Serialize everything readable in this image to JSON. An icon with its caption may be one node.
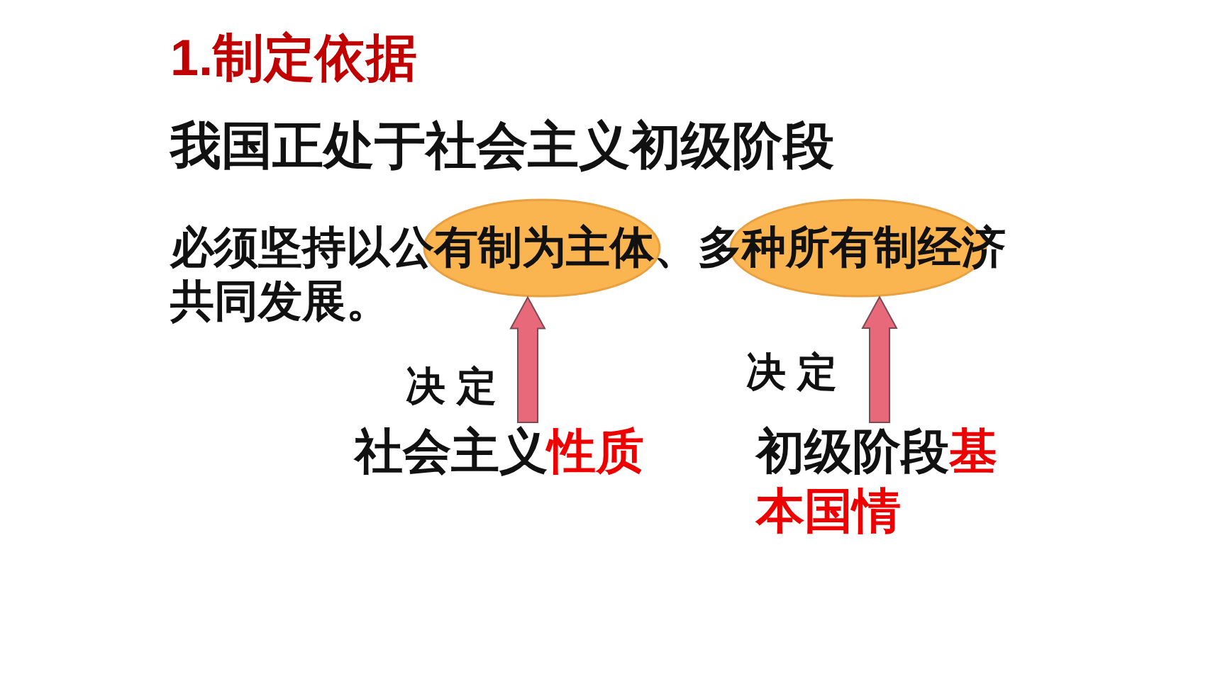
{
  "diagram": {
    "title": "1.制定依据",
    "nodes": [
      {
        "text": [],
        "shape": "ellipse"
      },
      {
        "text": [],
        "shape": "ellipse"
      },
      {
        "text": [
          "社会主义",
          "性质"
        ]
      },
      {
        "text": [
          "初级阶段",
          "基本国情"
        ]
      }
    ],
    "edges": [
      {
        "from": 2,
        "to": 0,
        "arrow": "to",
        "label": "决 定",
        "style": "thick",
        "color": "#e8697a"
      },
      {
        "from": 3,
        "to": 1,
        "arrow": "to",
        "label": "决 定",
        "style": "thick",
        "color": "#e8697a"
      }
    ],
    "labels": [
      "我国正处于社会主义初级阶段",
      "必须坚持以公有制为主体、多种所有制经济共同发展。"
    ]
  }
}
